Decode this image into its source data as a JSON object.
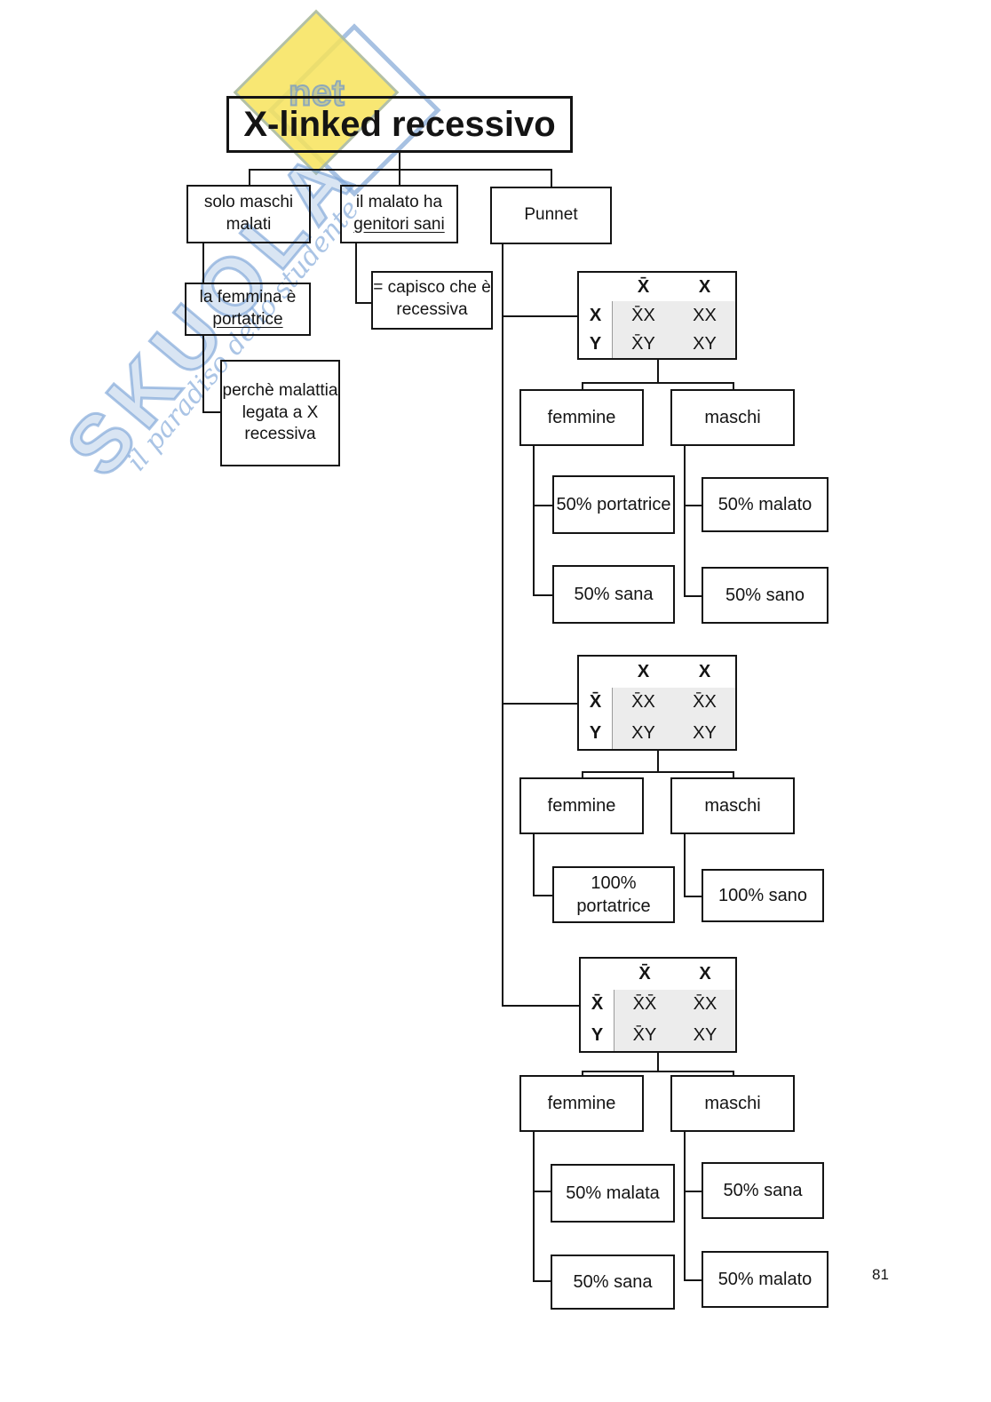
{
  "title": "X-linked recessivo",
  "page_number": "81",
  "watermark": {
    "brand": "SKUOLA",
    "net": "net",
    "tagline": "il paradiso dello studente"
  },
  "nodes": {
    "solo_maschi": "solo maschi malati",
    "il_malato": {
      "top": "il malato ha",
      "underlined": "genitori sani"
    },
    "punnet": "Punnet",
    "la_femmina": {
      "top": "la femmina è",
      "underlined": "portatrice"
    },
    "perche": "perchè malattia legata a X recessiva",
    "capisco": "= capisco che è recessiva"
  },
  "groups": [
    {
      "table": {
        "col_headers": [
          "X̄",
          "X"
        ],
        "rows": [
          {
            "label": "X",
            "cells": [
              "X̄X",
              "XX"
            ]
          },
          {
            "label": "Y",
            "cells": [
              "X̄Y",
              "XY"
            ]
          }
        ]
      },
      "female_label": "femmine",
      "male_label": "maschi",
      "female_outcomes": [
        "50% portatrice",
        "50% sana"
      ],
      "male_outcomes": [
        "50% malato",
        "50% sano"
      ]
    },
    {
      "table": {
        "col_headers": [
          "X",
          "X"
        ],
        "rows": [
          {
            "label": "X̄",
            "cells": [
              "X̄X",
              "X̄X"
            ]
          },
          {
            "label": "Y",
            "cells": [
              "XY",
              "XY"
            ]
          }
        ]
      },
      "female_label": "femmine",
      "male_label": "maschi",
      "female_outcomes": [
        "100% portatrice"
      ],
      "male_outcomes": [
        "100% sano"
      ]
    },
    {
      "table": {
        "col_headers": [
          "X̄",
          "X"
        ],
        "rows": [
          {
            "label": "X̄",
            "cells": [
              "X̄X̄",
              "X̄X"
            ]
          },
          {
            "label": "Y",
            "cells": [
              "X̄Y",
              "XY"
            ]
          }
        ]
      },
      "female_label": "femmine",
      "male_label": "maschi",
      "female_outcomes": [
        "50% malata",
        "50% sana"
      ],
      "male_outcomes": [
        "50% sana",
        "50% malato"
      ]
    }
  ]
}
